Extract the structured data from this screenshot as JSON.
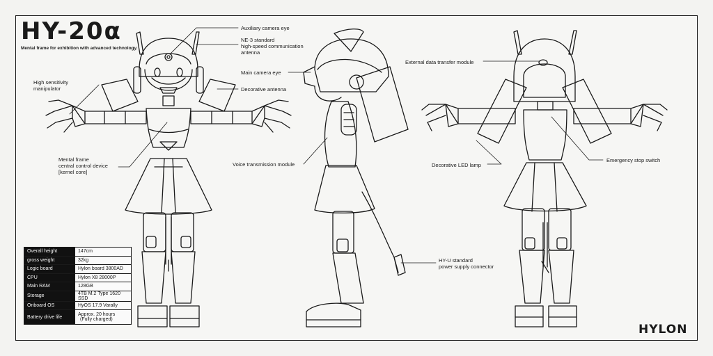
{
  "header": {
    "logo": "HY-20α",
    "tagline": "Mental frame for exhibition with advanced technology."
  },
  "brand": "HYLON",
  "labels": {
    "aux_camera": "Auxiliary camera eye",
    "ne3_1": "NE-3 standard",
    "ne3_2": "high-speed communication",
    "ne3_3": "antenna",
    "main_camera": "Main camera eye",
    "deco_antenna": "Decorative antenna",
    "manip_1": "High sensitivity",
    "manip_2": "manipulator",
    "mental_1": "Mental frame",
    "mental_2": "central control device",
    "mental_3": "[kernel core]",
    "voice": "Voice transmission module",
    "ext_data": "External data transfer module",
    "led": "Decorative LED lamp",
    "estop": "Emergency stop switch",
    "power_1": "HY-U standard",
    "power_2": "power supply connector"
  },
  "specs": [
    {
      "key": "Overall height",
      "value": "147cm"
    },
    {
      "key": "gross weight",
      "value": "32kg"
    },
    {
      "key": "Logic board",
      "value": "Hylon board 3800AD"
    },
    {
      "key": "CPU",
      "value": "Hylon X8 28000P"
    },
    {
      "key": "Main RAM",
      "value": "128GB"
    },
    {
      "key": "Storage",
      "value": "4TB M.2 Type 1620 SSD"
    },
    {
      "key": "Onboard OS",
      "value": "HyOS 17.9 Varally"
    },
    {
      "key": "Battery drive life",
      "value": "Approx. 20 hours",
      "value2": "(Fully charged)"
    }
  ]
}
